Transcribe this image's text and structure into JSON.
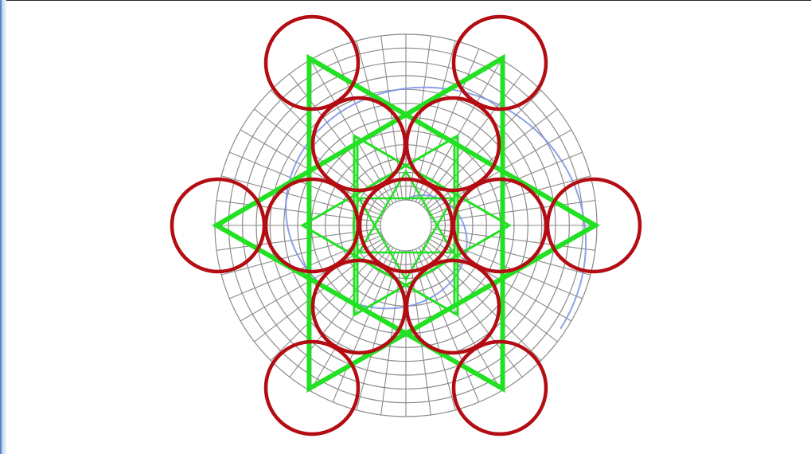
{
  "diagram": {
    "polar_grid": {
      "rings": 12,
      "spokes": 48,
      "color": "#8a8a8a"
    },
    "spiral": {
      "color": "#7a8fe8",
      "turns": 1.35
    },
    "stars": {
      "color": "#22e022"
    },
    "circles": {
      "color": "#b30c12",
      "count": 13
    }
  }
}
